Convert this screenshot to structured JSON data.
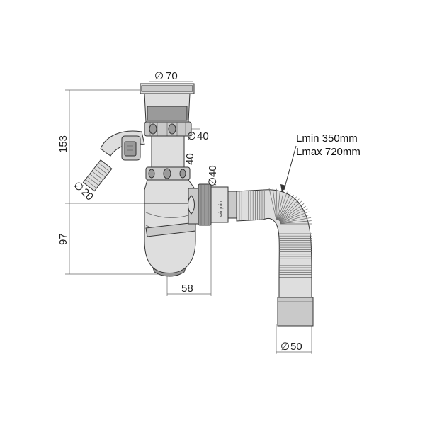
{
  "drawing": {
    "dimensions": {
      "top_diameter": "70",
      "nut_diameter": "40",
      "vertical_pipe_diameter": "40",
      "outlet_diameter": "40",
      "side_inlet_diameter": "20",
      "height_upper": "153",
      "height_lower": "97",
      "offset": "58",
      "hose_end_diameter": "50"
    },
    "hose_length": {
      "lmin": "Lmin 350mm",
      "lmax": "Lmax 720mm"
    },
    "brand_text": "wirquin"
  }
}
